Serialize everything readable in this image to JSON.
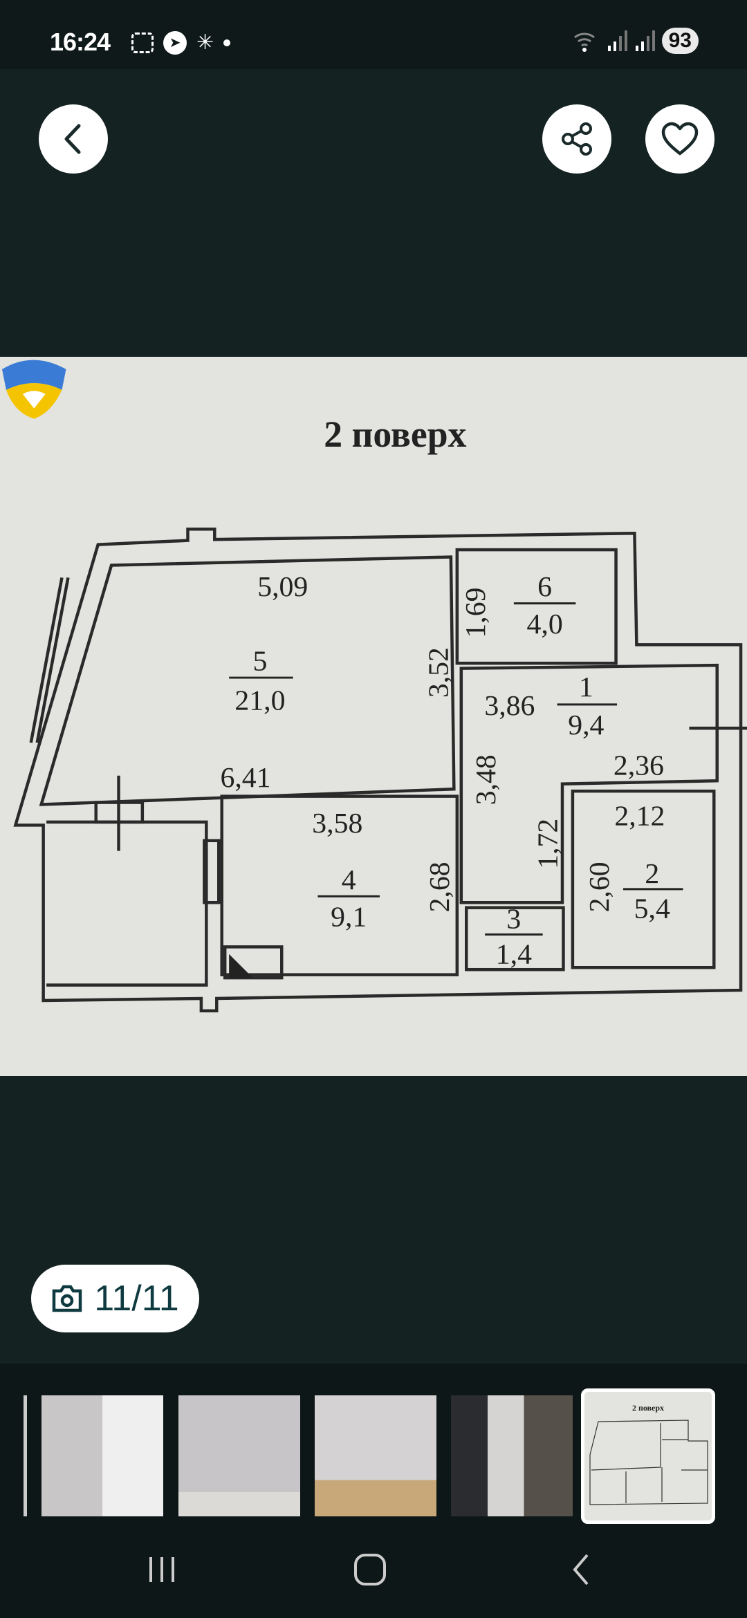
{
  "status_bar": {
    "time": "16:24",
    "battery": "93",
    "notification_icons": [
      "screenshot-icon",
      "telegram-icon",
      "asterisk-icon",
      "dot-icon"
    ]
  },
  "header": {
    "back": "back-icon",
    "share": "share-icon",
    "favorite": "heart-icon"
  },
  "floorplan": {
    "title": "2 поверх",
    "labels": {
      "r5_dim_top": "5,09",
      "r5_num": "5",
      "r5_area": "21,0",
      "r5_dim_bottom": "6,41",
      "r5_dim_right": "3,52",
      "r6_dim": "1,69",
      "r6_num": "6",
      "r6_area": "4,0",
      "r1_dim_left": "3,86",
      "r1_num": "1",
      "r1_area": "9,4",
      "r1_dim_right": "2,36",
      "r1_dim_vert": "3,48",
      "r1_dim_vert2": "1,72",
      "r4_dim_top": "3,58",
      "r4_num": "4",
      "r4_area": "9,1",
      "r4_dim_right": "2,68",
      "r3_num": "3",
      "r3_area": "1,4",
      "r2_dim_top": "2,12",
      "r2_dim_left": "2,60",
      "r2_num": "2",
      "r2_area": "5,4"
    }
  },
  "counter": {
    "text": "11/11"
  },
  "thumbnails": [
    {
      "label": "photo-7"
    },
    {
      "label": "photo-8"
    },
    {
      "label": "photo-9"
    },
    {
      "label": "photo-10"
    },
    {
      "label": "photo-11",
      "selected": true
    }
  ],
  "colors": {
    "bg": "#152222",
    "accent": "#0f3a40"
  }
}
